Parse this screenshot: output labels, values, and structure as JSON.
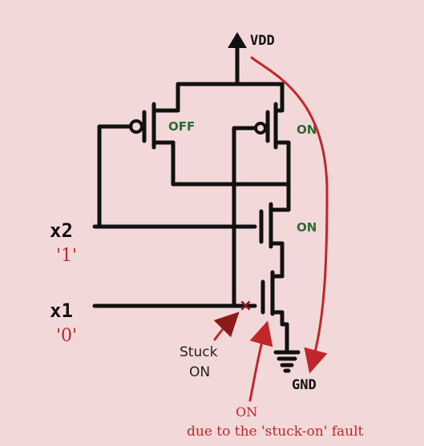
{
  "labels": {
    "vdd": "VDD",
    "gnd": "GND",
    "pmos_left_state": "OFF",
    "pmos_right_state": "ON",
    "nmos_top_state": "ON",
    "input_x2": "x2",
    "input_x2_value": "'1'",
    "input_x1": "x1",
    "input_x1_value": "'0'",
    "fault_line1": "Stuck",
    "fault_line2": "ON",
    "fault_marker": "×",
    "nmos_bottom_state": "ON",
    "fault_note": "due to the 'stuck-on' fault"
  },
  "colors": {
    "background": "#f2d8d8",
    "wire": "#111111",
    "state_green": "#2e6b34",
    "input_red": "#c0262a",
    "arrow_red": "#c0262a"
  }
}
